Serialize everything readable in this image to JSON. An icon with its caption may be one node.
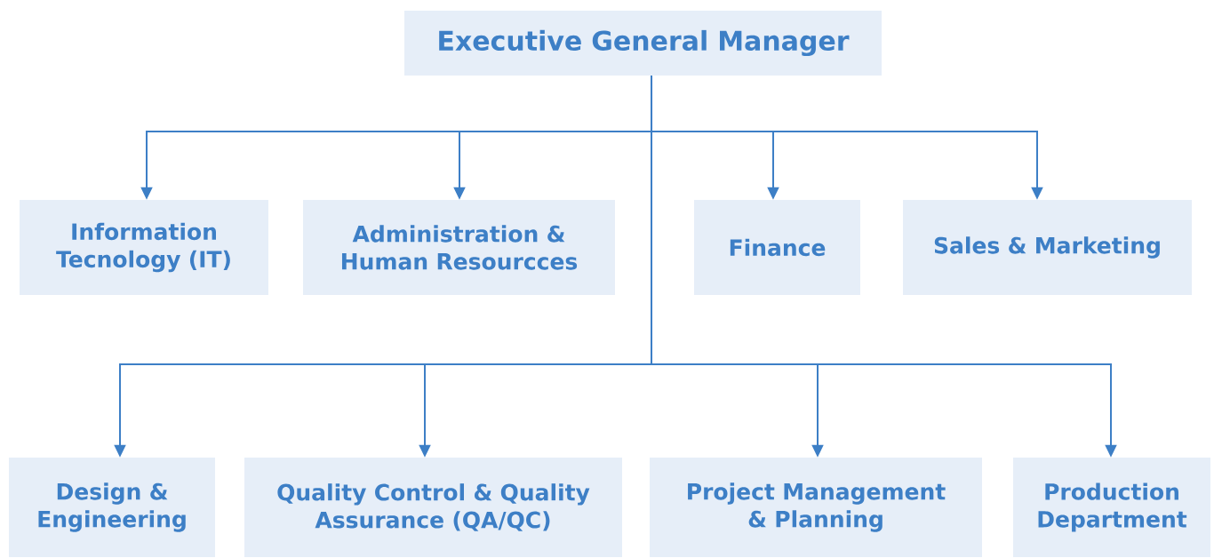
{
  "diagram": {
    "nodes": [
      {
        "text": [
          "Executive General Manager"
        ]
      },
      {
        "text": [
          "Information Tecnology (IT)"
        ]
      },
      {
        "text": [
          "Administration & Human Resourcces"
        ]
      },
      {
        "text": [
          "Finance"
        ]
      },
      {
        "text": [
          "Sales & Marketing"
        ]
      },
      {
        "text": [
          "Design & Engineering"
        ]
      },
      {
        "text": [
          "Quality Control & Quality Assurance (QA/QC)"
        ]
      },
      {
        "text": [
          "Project Management & Planning"
        ]
      },
      {
        "text": [
          "Production Department"
        ]
      }
    ],
    "edges": [
      {
        "from": 0,
        "to": 1,
        "arrow": "to"
      },
      {
        "from": 0,
        "to": 2,
        "arrow": "to"
      },
      {
        "from": 0,
        "to": 3,
        "arrow": "to"
      },
      {
        "from": 0,
        "to": 4,
        "arrow": "to"
      },
      {
        "from": 0,
        "to": 5,
        "arrow": "to"
      },
      {
        "from": 0,
        "to": 6,
        "arrow": "to"
      },
      {
        "from": 0,
        "to": 7,
        "arrow": "to"
      },
      {
        "from": 0,
        "to": 8,
        "arrow": "to"
      }
    ]
  }
}
